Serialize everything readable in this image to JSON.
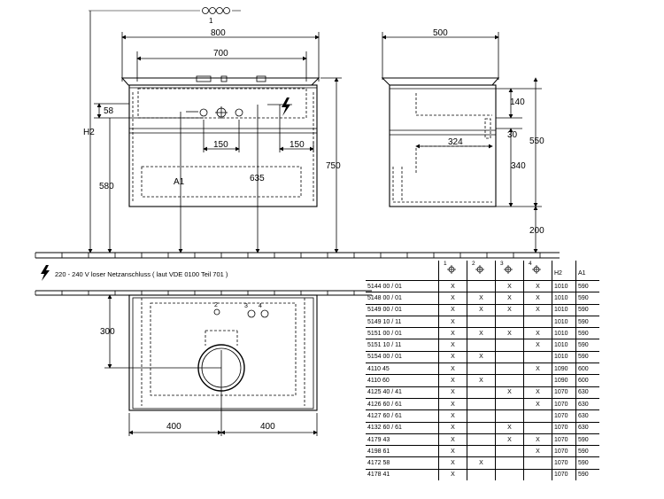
{
  "dimensions": {
    "top_width": "800",
    "top_inner_width": "700",
    "side_depth": "500",
    "height_58": "58",
    "spacing_150_left": "150",
    "spacing_150_right": "150",
    "height_580": "580",
    "height_750": "750",
    "label_a1": "A1",
    "label_h2": "H2",
    "height_635": "635",
    "side_140": "140",
    "side_30": "30",
    "side_324": "324",
    "side_340": "340",
    "side_550": "550",
    "side_200": "200",
    "plan_300": "300",
    "plan_400_left": "400",
    "plan_400_right": "400",
    "marker_1": "1",
    "plan_marker_2": "2",
    "plan_marker_3": "3",
    "plan_marker_4": "4"
  },
  "note": "220 - 240 V loser Netzanschluss ( laut VDE 0100 Teil 701 )",
  "table": {
    "position_headers": [
      "1",
      "2",
      "3",
      "4"
    ],
    "col_h2": "H2",
    "col_a1": "A1",
    "rows": [
      {
        "code": "5144 00 / 01",
        "p1": "X",
        "p2": "",
        "p3": "X",
        "p4": "X",
        "h2": "1010",
        "a1": "590"
      },
      {
        "code": "5148 00 / 01",
        "p1": "X",
        "p2": "X",
        "p3": "X",
        "p4": "X",
        "h2": "1010",
        "a1": "590"
      },
      {
        "code": "5149 00 / 01",
        "p1": "X",
        "p2": "X",
        "p3": "X",
        "p4": "X",
        "h2": "1010",
        "a1": "590"
      },
      {
        "code": "5149 10 / 11",
        "p1": "X",
        "p2": "",
        "p3": "",
        "p4": "",
        "h2": "1010",
        "a1": "590"
      },
      {
        "code": "5151 00 / 01",
        "p1": "X",
        "p2": "X",
        "p3": "X",
        "p4": "X",
        "h2": "1010",
        "a1": "590"
      },
      {
        "code": "5151 10 / 11",
        "p1": "X",
        "p2": "",
        "p3": "",
        "p4": "X",
        "h2": "1010",
        "a1": "590"
      },
      {
        "code": "5154 00 / 01",
        "p1": "X",
        "p2": "X",
        "p3": "",
        "p4": "",
        "h2": "1010",
        "a1": "590"
      },
      {
        "code": "4110 45",
        "p1": "X",
        "p2": "",
        "p3": "",
        "p4": "X",
        "h2": "1090",
        "a1": "600"
      },
      {
        "code": "4110 60",
        "p1": "X",
        "p2": "X",
        "p3": "",
        "p4": "",
        "h2": "1090",
        "a1": "600"
      },
      {
        "code": "4125 40 / 41",
        "p1": "X",
        "p2": "",
        "p3": "X",
        "p4": "X",
        "h2": "1070",
        "a1": "630"
      },
      {
        "code": "4126 60 / 61",
        "p1": "X",
        "p2": "",
        "p3": "",
        "p4": "X",
        "h2": "1070",
        "a1": "630"
      },
      {
        "code": "4127 60 / 61",
        "p1": "X",
        "p2": "",
        "p3": "",
        "p4": "",
        "h2": "1070",
        "a1": "630"
      },
      {
        "code": "4132 60 / 61",
        "p1": "X",
        "p2": "",
        "p3": "X",
        "p4": "",
        "h2": "1070",
        "a1": "630"
      },
      {
        "code": "4179 43",
        "p1": "X",
        "p2": "",
        "p3": "X",
        "p4": "X",
        "h2": "1070",
        "a1": "590"
      },
      {
        "code": "4198 61",
        "p1": "X",
        "p2": "",
        "p3": "",
        "p4": "X",
        "h2": "1070",
        "a1": "590"
      },
      {
        "code": "4172 58",
        "p1": "X",
        "p2": "X",
        "p3": "",
        "p4": "",
        "h2": "1070",
        "a1": "590"
      },
      {
        "code": "4178 41",
        "p1": "X",
        "p2": "",
        "p3": "",
        "p4": "",
        "h2": "1070",
        "a1": "590"
      }
    ]
  }
}
